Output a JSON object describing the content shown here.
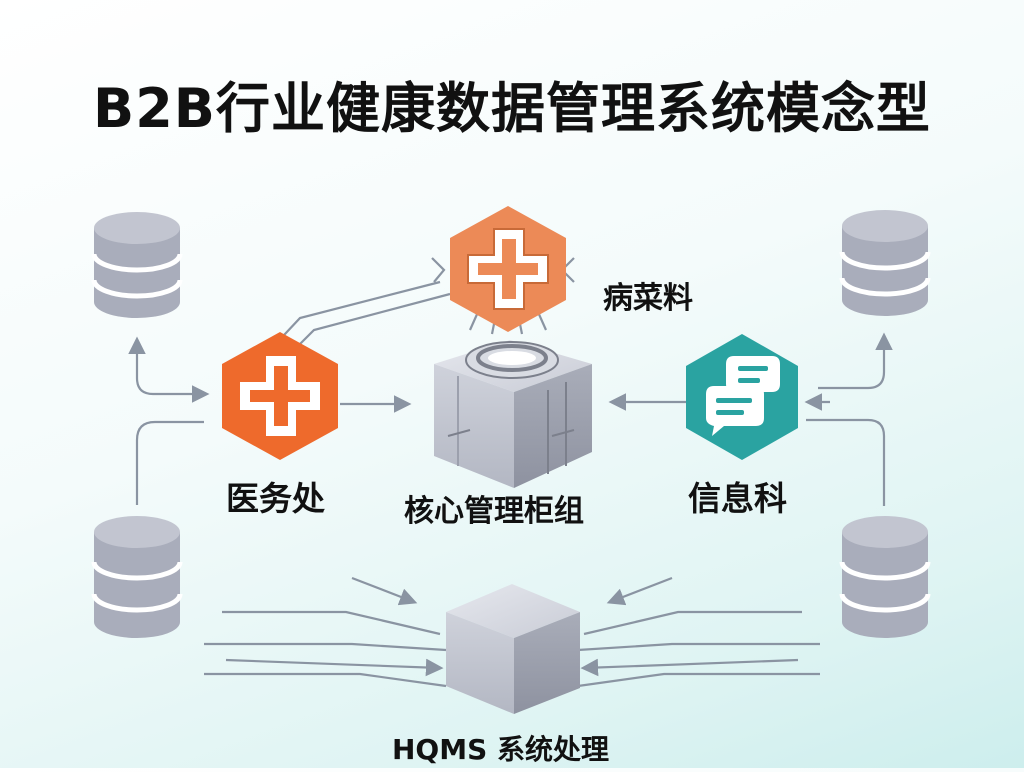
{
  "title": "B2B行业健康数据管理系统模念型",
  "nodes": {
    "yiwuchu": {
      "label": "医务处",
      "icon": "medical-cross-icon",
      "color": "#ee6a2c"
    },
    "bingcailiao": {
      "label": "病菜料",
      "icon": "medical-cross-icon",
      "color": "#ec8a57"
    },
    "xinxike": {
      "label": "信息科",
      "icon": "chat-bubbles-icon",
      "color": "#2aa3a1"
    },
    "core": {
      "label": "核心管理柜组",
      "icon": "server-cube-icon"
    },
    "hqms": {
      "label": "HQMS 系统处理",
      "icon": "cube-icon"
    }
  },
  "databases": [
    "database-top-left",
    "database-top-right",
    "database-bottom-left",
    "database-bottom-right"
  ],
  "colors": {
    "db_body": "#a9adbb",
    "db_band": "#ffffff",
    "line": "#8a94a2"
  }
}
